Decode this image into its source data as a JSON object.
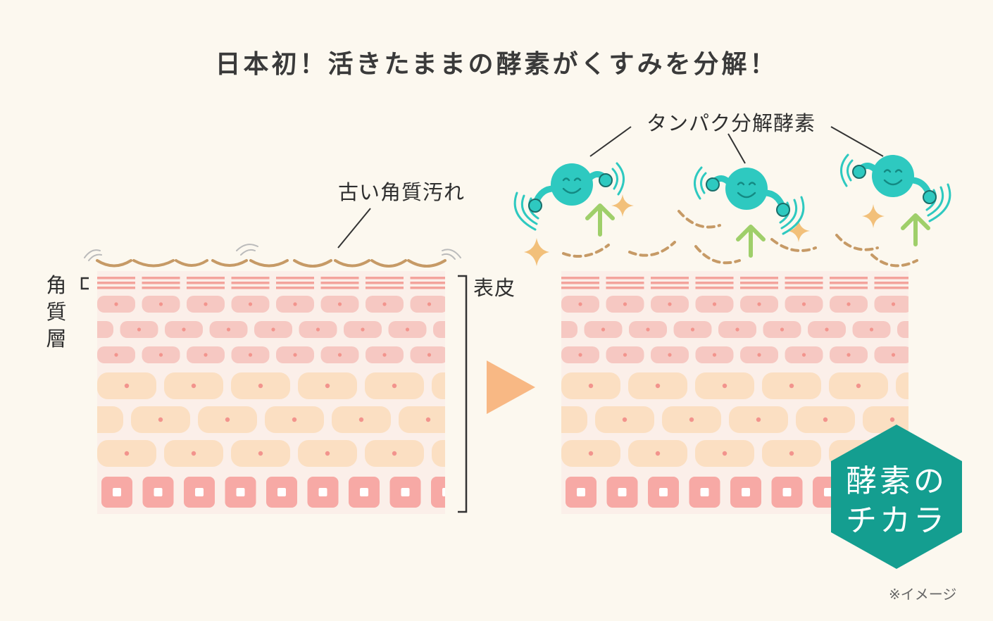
{
  "title": "日本初！活きたままの酵素がくすみを分解！",
  "labels": {
    "old_keratin": "古い角質汚れ",
    "stratum_corneum": [
      "角",
      "質",
      "層"
    ],
    "epidermis": "表皮",
    "enzyme": "タンパク分解酵素"
  },
  "badge": {
    "line1": "酵素の",
    "line2": "チカラ"
  },
  "note": "※イメージ",
  "colors": {
    "background": "#fcf8ef",
    "teal": "#2ec9c0",
    "badge": "#149e90",
    "arrow": "#f8b884",
    "green_arrow": "#9fcf6a",
    "dirt": "#c69a66",
    "pink_cell": "#f6c8c2",
    "peach_cell": "#fbdfc2",
    "basal_cell": "#f7a9a5"
  },
  "icons": [
    "play-triangle-icon",
    "sparkle-icon",
    "up-arrow-icon",
    "enzyme-character-icon",
    "wave-icon"
  ]
}
